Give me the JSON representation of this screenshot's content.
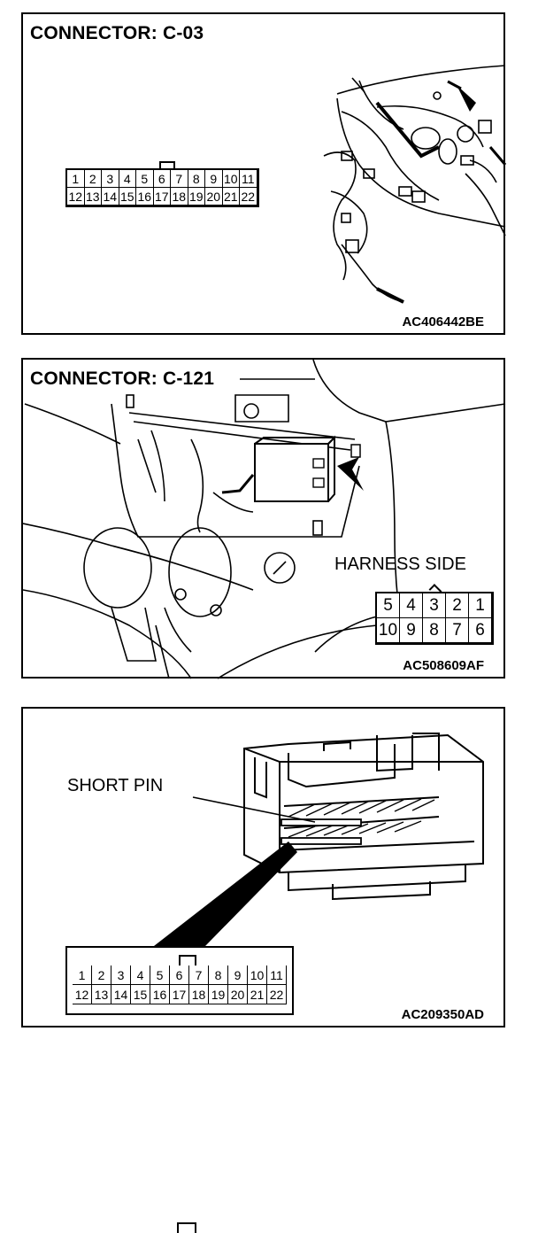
{
  "panels": [
    {
      "title": "CONNECTOR: C-03",
      "code": "AC406442BE",
      "pins_top": [
        "1",
        "2",
        "3",
        "4",
        "5",
        "6",
        "7",
        "8",
        "9",
        "10",
        "11"
      ],
      "pins_bottom": [
        "12",
        "13",
        "14",
        "15",
        "16",
        "17",
        "18",
        "19",
        "20",
        "21",
        "22"
      ]
    },
    {
      "title": "CONNECTOR: C-121",
      "harness_label": "HARNESS SIDE",
      "code": "AC508609AF",
      "pins_top": [
        "5",
        "4",
        "3",
        "2",
        "1"
      ],
      "pins_bottom": [
        "10",
        "9",
        "8",
        "7",
        "6"
      ]
    },
    {
      "short_pin_label": "SHORT PIN",
      "code": "AC209350AD",
      "pins_top": [
        "1",
        "2",
        "3",
        "4",
        "5",
        "6",
        "7",
        "8",
        "9",
        "10",
        "11"
      ],
      "pins_bottom": [
        "12",
        "13",
        "14",
        "15",
        "16",
        "17",
        "18",
        "19",
        "20",
        "21",
        "22"
      ]
    }
  ]
}
